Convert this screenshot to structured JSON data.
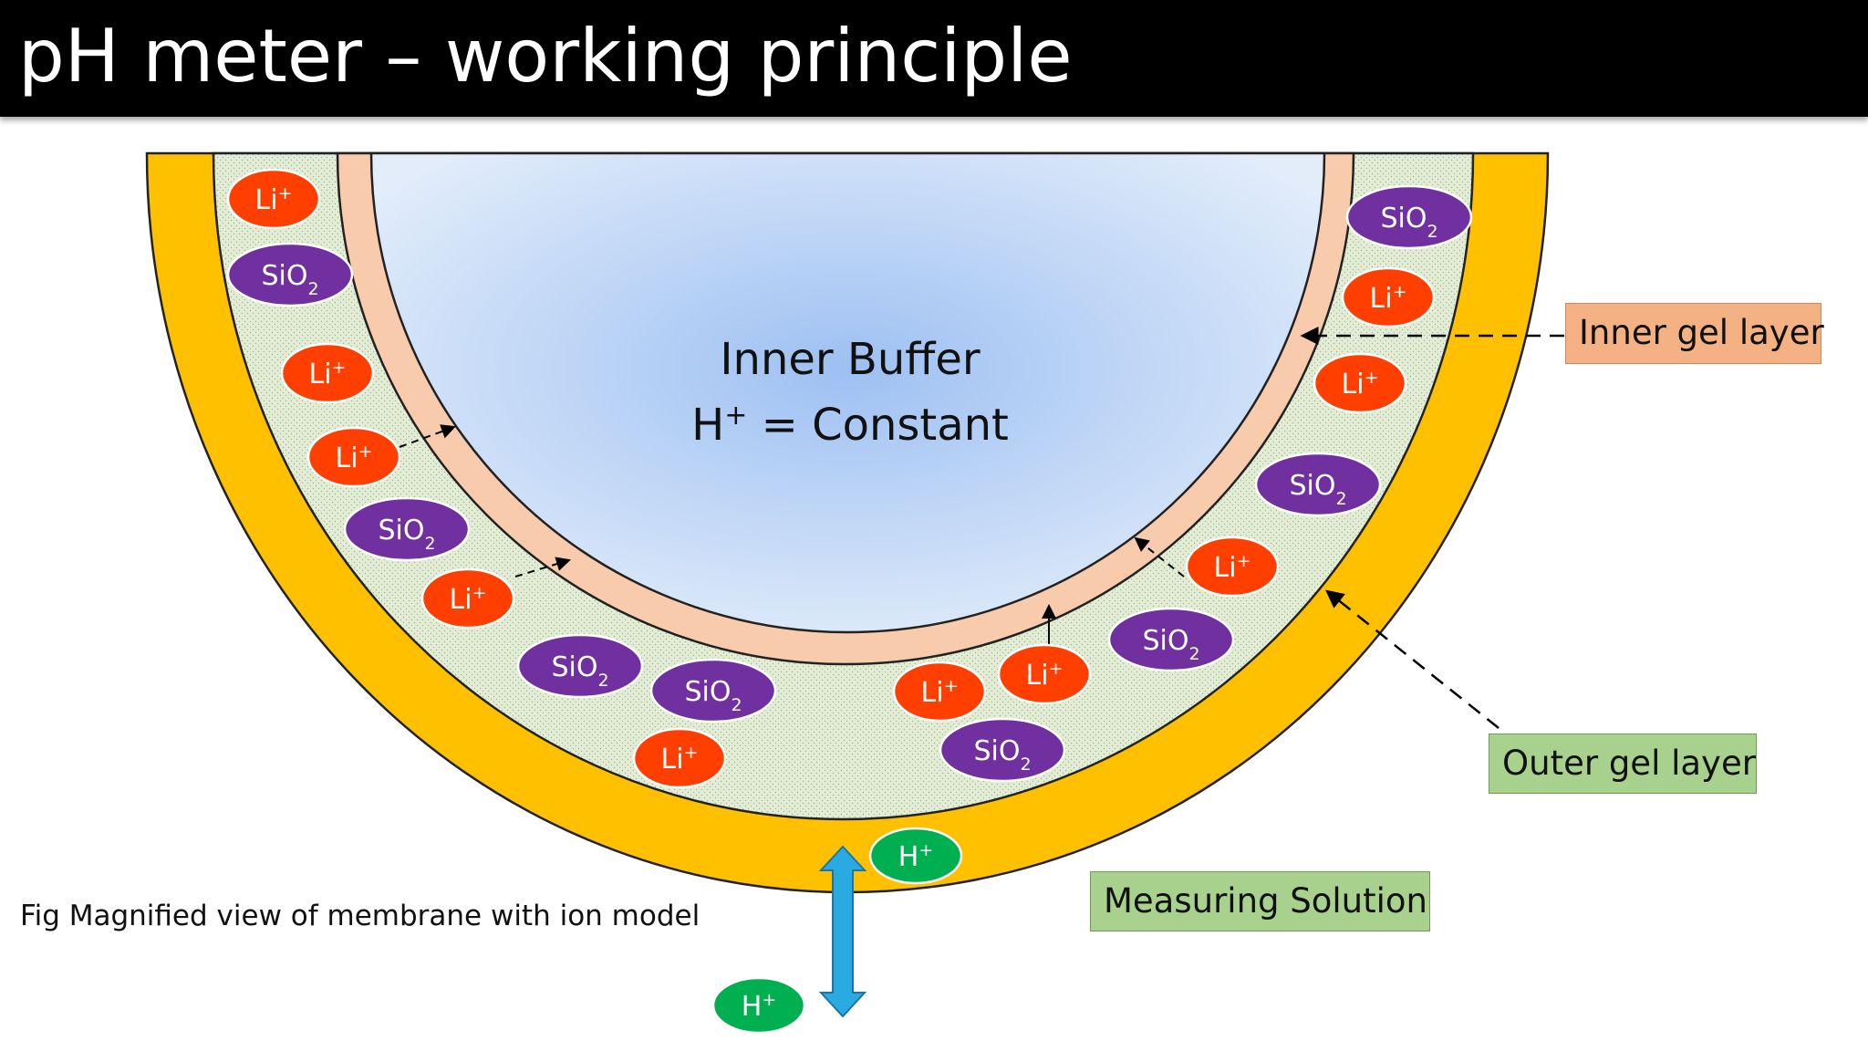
{
  "title": "pH meter – working principle",
  "buffer": {
    "line1": "Inner Buffer",
    "line2_prefix": "H",
    "line2_sup": "+",
    "line2_suffix": " = Constant"
  },
  "labels": {
    "inner_gel": "Inner gel layer",
    "outer_gel": "Outer gel layer",
    "measuring_solution": "Measuring Solution"
  },
  "caption": "Fig Magnified view of membrane with ion model",
  "ions": {
    "li": {
      "base": "Li",
      "sup": "+"
    },
    "sio2": {
      "base": "SiO",
      "sub": "2"
    },
    "h": {
      "base": "H",
      "sup": "+"
    }
  },
  "colors": {
    "title_bg": "#000000",
    "glass_membrane": "#FFC000",
    "outer_gel_layer": "#E3EDD6",
    "inner_gel_layer": "#F8CBAD",
    "inner_buffer": "#A9C8F2",
    "li_ion": "#FF3F00",
    "sio2": "#7030A0",
    "h_ion": "#00B050",
    "double_arrow": "#29ABE2",
    "inner_gel_label": "#F4B183",
    "outer_gel_label": "#A9D18E"
  }
}
